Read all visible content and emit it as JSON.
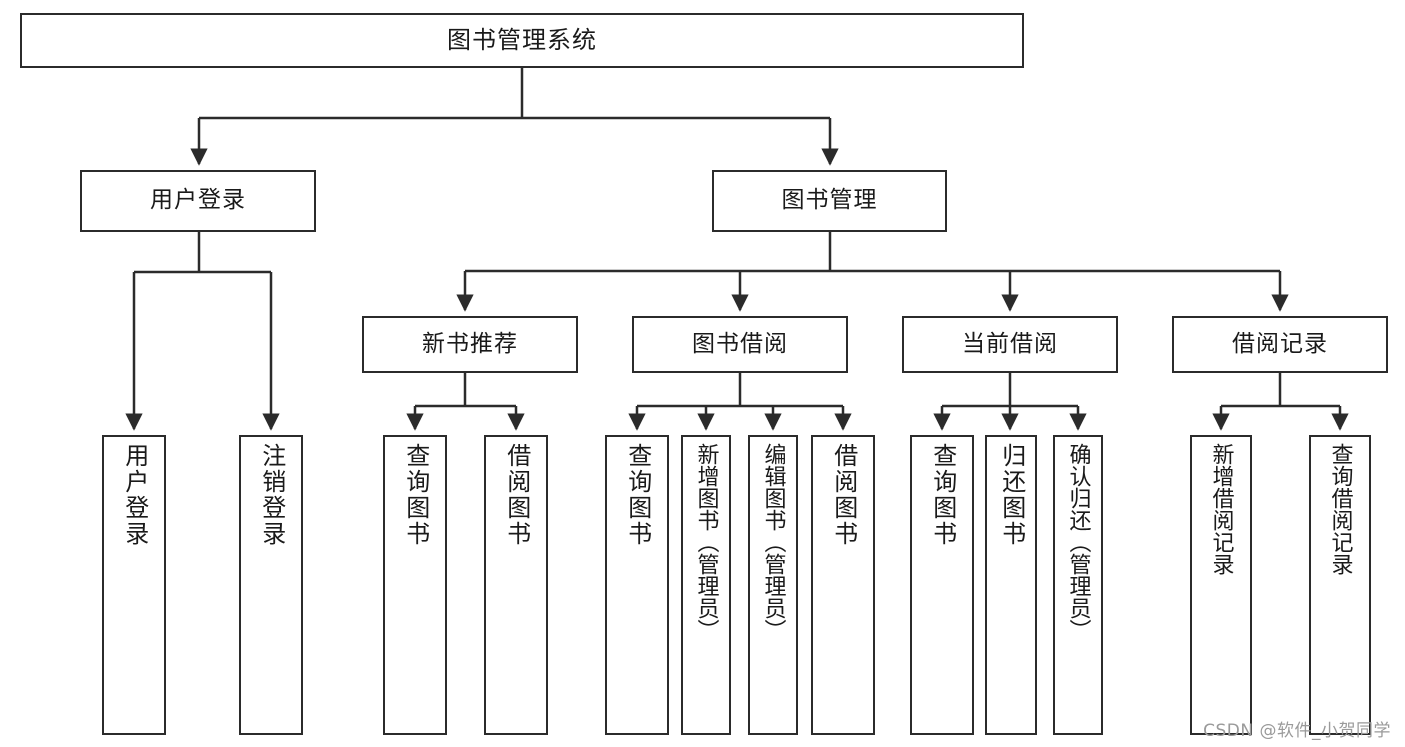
{
  "diagram": {
    "title": "图书管理系统",
    "type": "hierarchy-tree",
    "watermark": "CSDN @软件_小贺同学",
    "colors": {
      "box_border": "#2b2b2b",
      "box_fill": "#ffffff",
      "edge": "#2b2b2b",
      "text": "#1a1a1a",
      "watermark": "#9a9a9a",
      "background": "#ffffff"
    }
  },
  "nodes": {
    "root": {
      "label": "图书管理系统",
      "level": 1,
      "orientation": "horizontal"
    },
    "level2": [
      {
        "id": "user-login",
        "label": "用户登录",
        "level": 2,
        "orientation": "horizontal"
      },
      {
        "id": "book-manage",
        "label": "图书管理",
        "level": 2,
        "orientation": "horizontal"
      }
    ],
    "level3": [
      {
        "id": "new-book-rec",
        "label": "新书推荐",
        "level": 3,
        "orientation": "horizontal"
      },
      {
        "id": "book-borrow",
        "label": "图书借阅",
        "level": 3,
        "orientation": "horizontal"
      },
      {
        "id": "current-borrow",
        "label": "当前借阅",
        "level": 3,
        "orientation": "horizontal"
      },
      {
        "id": "borrow-record",
        "label": "借阅记录",
        "level": 3,
        "orientation": "horizontal"
      }
    ],
    "leaves": [
      {
        "id": "leaf-user-login",
        "label": "用户登录",
        "parent": "user-login",
        "orientation": "vertical"
      },
      {
        "id": "leaf-user-logout",
        "label": "注销登录",
        "parent": "user-login",
        "orientation": "vertical"
      },
      {
        "id": "leaf-query-book-1",
        "label": "查询图书",
        "parent": "new-book-rec",
        "orientation": "vertical"
      },
      {
        "id": "leaf-borrow-book-1",
        "label": "借阅图书",
        "parent": "new-book-rec",
        "orientation": "vertical"
      },
      {
        "id": "leaf-query-book-2",
        "label": "查询图书",
        "parent": "book-borrow",
        "orientation": "vertical"
      },
      {
        "id": "leaf-add-book",
        "label": "新增图书（管理员）",
        "parent": "book-borrow",
        "orientation": "vertical"
      },
      {
        "id": "leaf-edit-book",
        "label": "编辑图书（管理员）",
        "parent": "book-borrow",
        "orientation": "vertical"
      },
      {
        "id": "leaf-borrow-book-2",
        "label": "借阅图书",
        "parent": "book-borrow",
        "orientation": "vertical"
      },
      {
        "id": "leaf-query-book-3",
        "label": "查询图书",
        "parent": "current-borrow",
        "orientation": "vertical"
      },
      {
        "id": "leaf-return-book",
        "label": "归还图书",
        "parent": "current-borrow",
        "orientation": "vertical"
      },
      {
        "id": "leaf-confirm-return",
        "label": "确认归还（管理员）",
        "parent": "current-borrow",
        "orientation": "vertical"
      },
      {
        "id": "leaf-add-record",
        "label": "新增借阅记录",
        "parent": "borrow-record",
        "orientation": "vertical"
      },
      {
        "id": "leaf-query-record",
        "label": "查询借阅记录",
        "parent": "borrow-record",
        "orientation": "vertical"
      }
    ]
  },
  "edges": [
    {
      "from": "root",
      "to": "user-login"
    },
    {
      "from": "root",
      "to": "book-manage"
    },
    {
      "from": "user-login",
      "to": "leaf-user-login"
    },
    {
      "from": "user-login",
      "to": "leaf-user-logout"
    },
    {
      "from": "book-manage",
      "to": "new-book-rec"
    },
    {
      "from": "book-manage",
      "to": "book-borrow"
    },
    {
      "from": "book-manage",
      "to": "current-borrow"
    },
    {
      "from": "book-manage",
      "to": "borrow-record"
    },
    {
      "from": "new-book-rec",
      "to": "leaf-query-book-1"
    },
    {
      "from": "new-book-rec",
      "to": "leaf-borrow-book-1"
    },
    {
      "from": "book-borrow",
      "to": "leaf-query-book-2"
    },
    {
      "from": "book-borrow",
      "to": "leaf-add-book"
    },
    {
      "from": "book-borrow",
      "to": "leaf-edit-book"
    },
    {
      "from": "book-borrow",
      "to": "leaf-borrow-book-2"
    },
    {
      "from": "current-borrow",
      "to": "leaf-query-book-3"
    },
    {
      "from": "current-borrow",
      "to": "leaf-return-book"
    },
    {
      "from": "current-borrow",
      "to": "leaf-confirm-return"
    },
    {
      "from": "borrow-record",
      "to": "leaf-add-record"
    },
    {
      "from": "borrow-record",
      "to": "leaf-query-record"
    }
  ]
}
